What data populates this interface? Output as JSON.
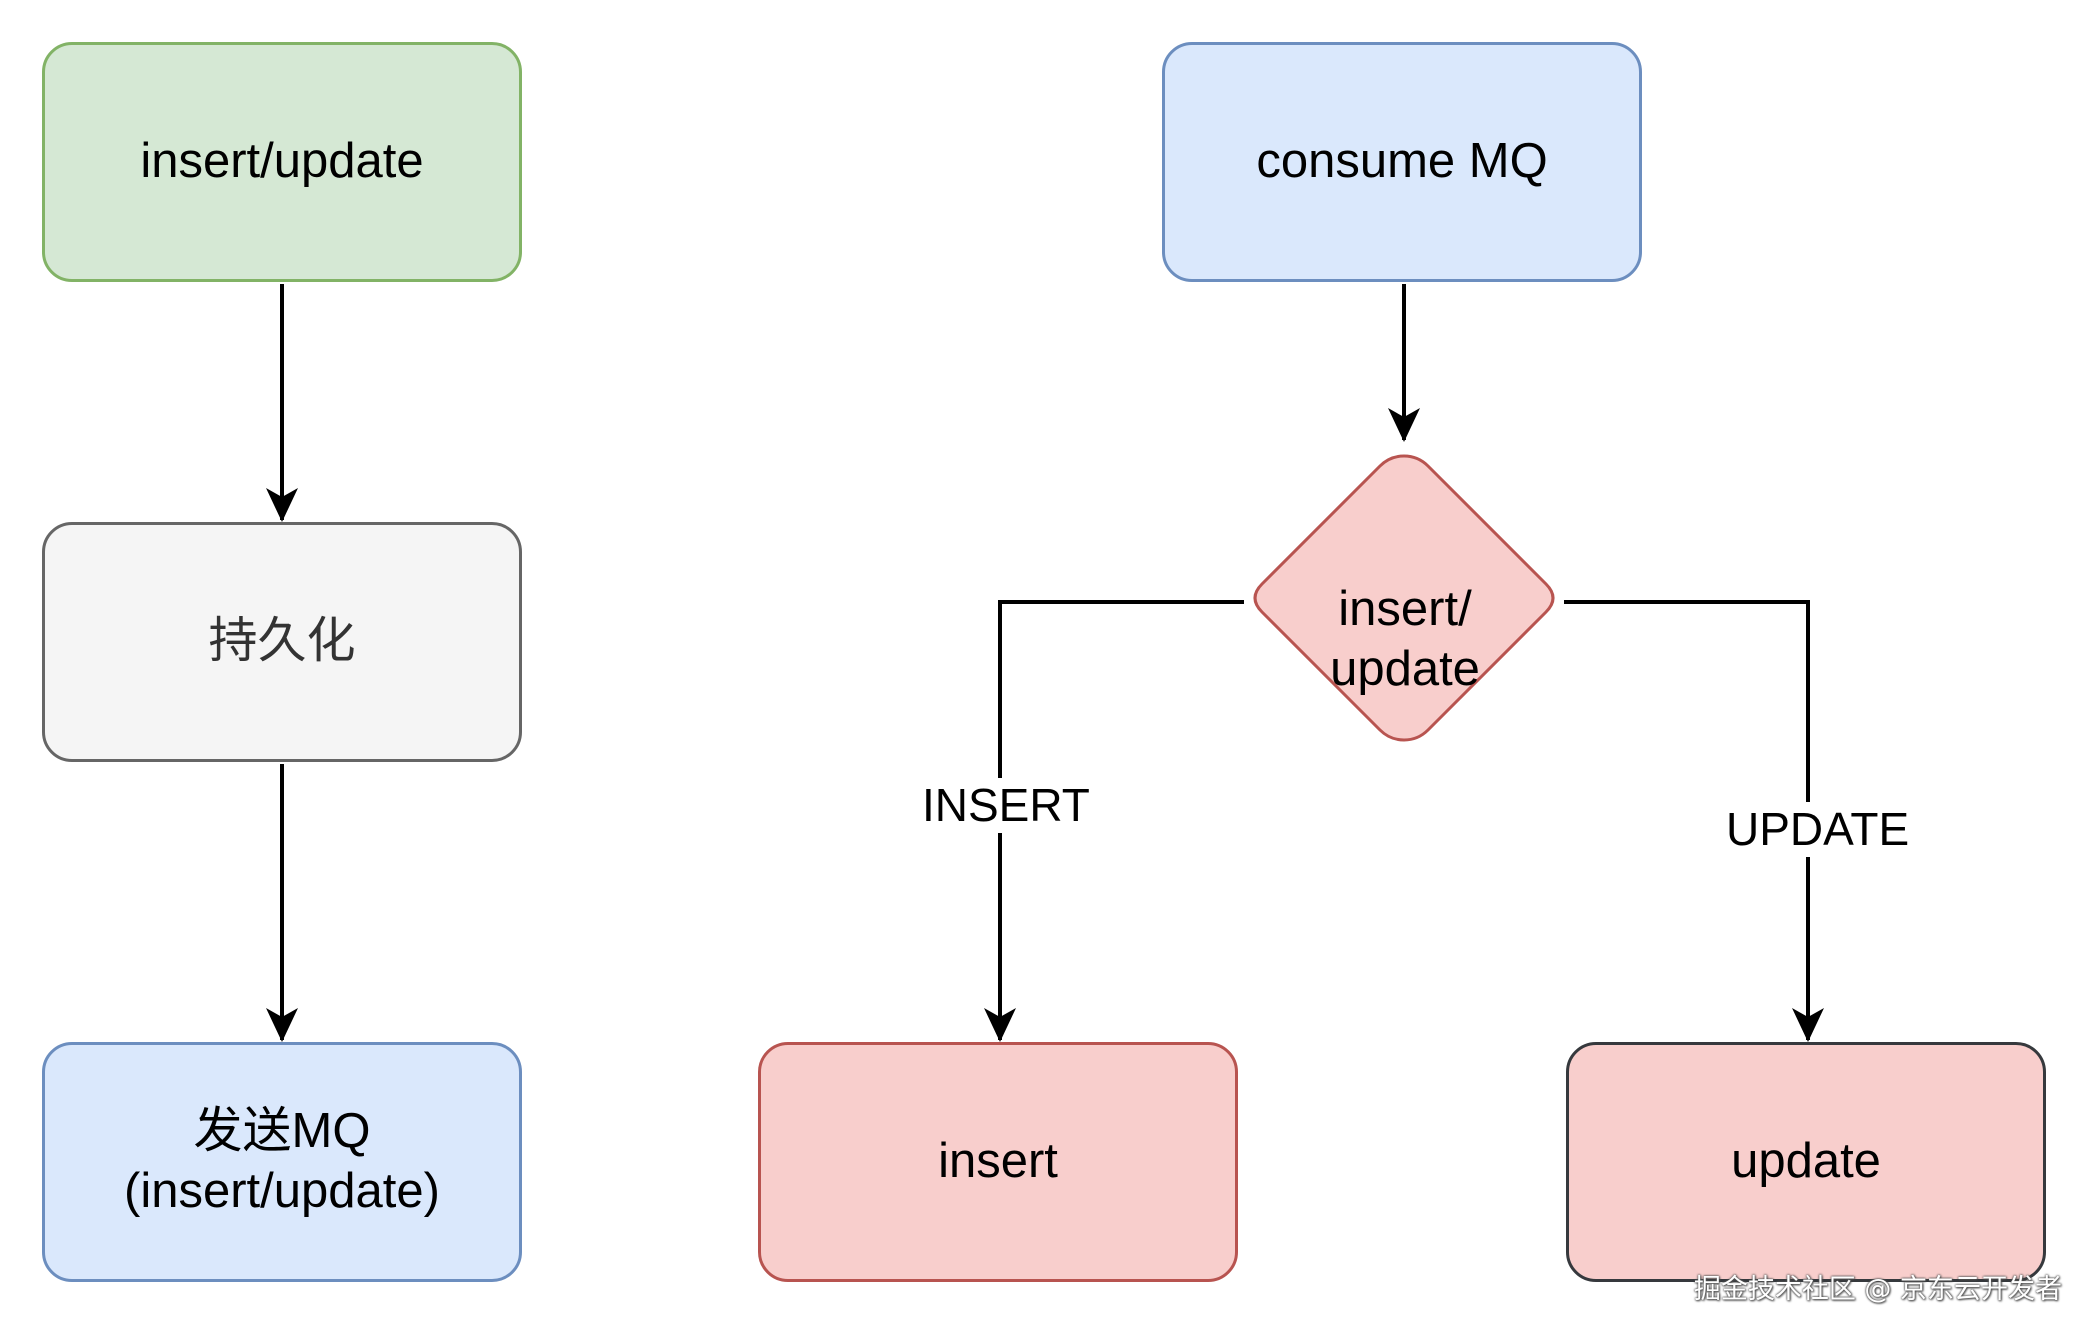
{
  "left_flow": {
    "node1": "insert/update",
    "node2": "持久化",
    "node3": "发送MQ\n(insert/update)"
  },
  "right_flow": {
    "start": "consume MQ",
    "decision": "insert/\nupdate",
    "branch_left_label": "INSERT",
    "branch_right_label": "UPDATE",
    "end_left": "insert",
    "end_right": "update"
  },
  "watermark": "掘金技术社区 @ 京东云开发者",
  "colors": {
    "green_fill": "#d5e8d4",
    "green_stroke": "#82b366",
    "gray_fill": "#f5f5f5",
    "gray_stroke": "#666666",
    "blue_fill": "#dae8fc",
    "blue_stroke": "#6c8ebf",
    "red_fill": "#f8cecc",
    "red_stroke": "#b85450"
  }
}
